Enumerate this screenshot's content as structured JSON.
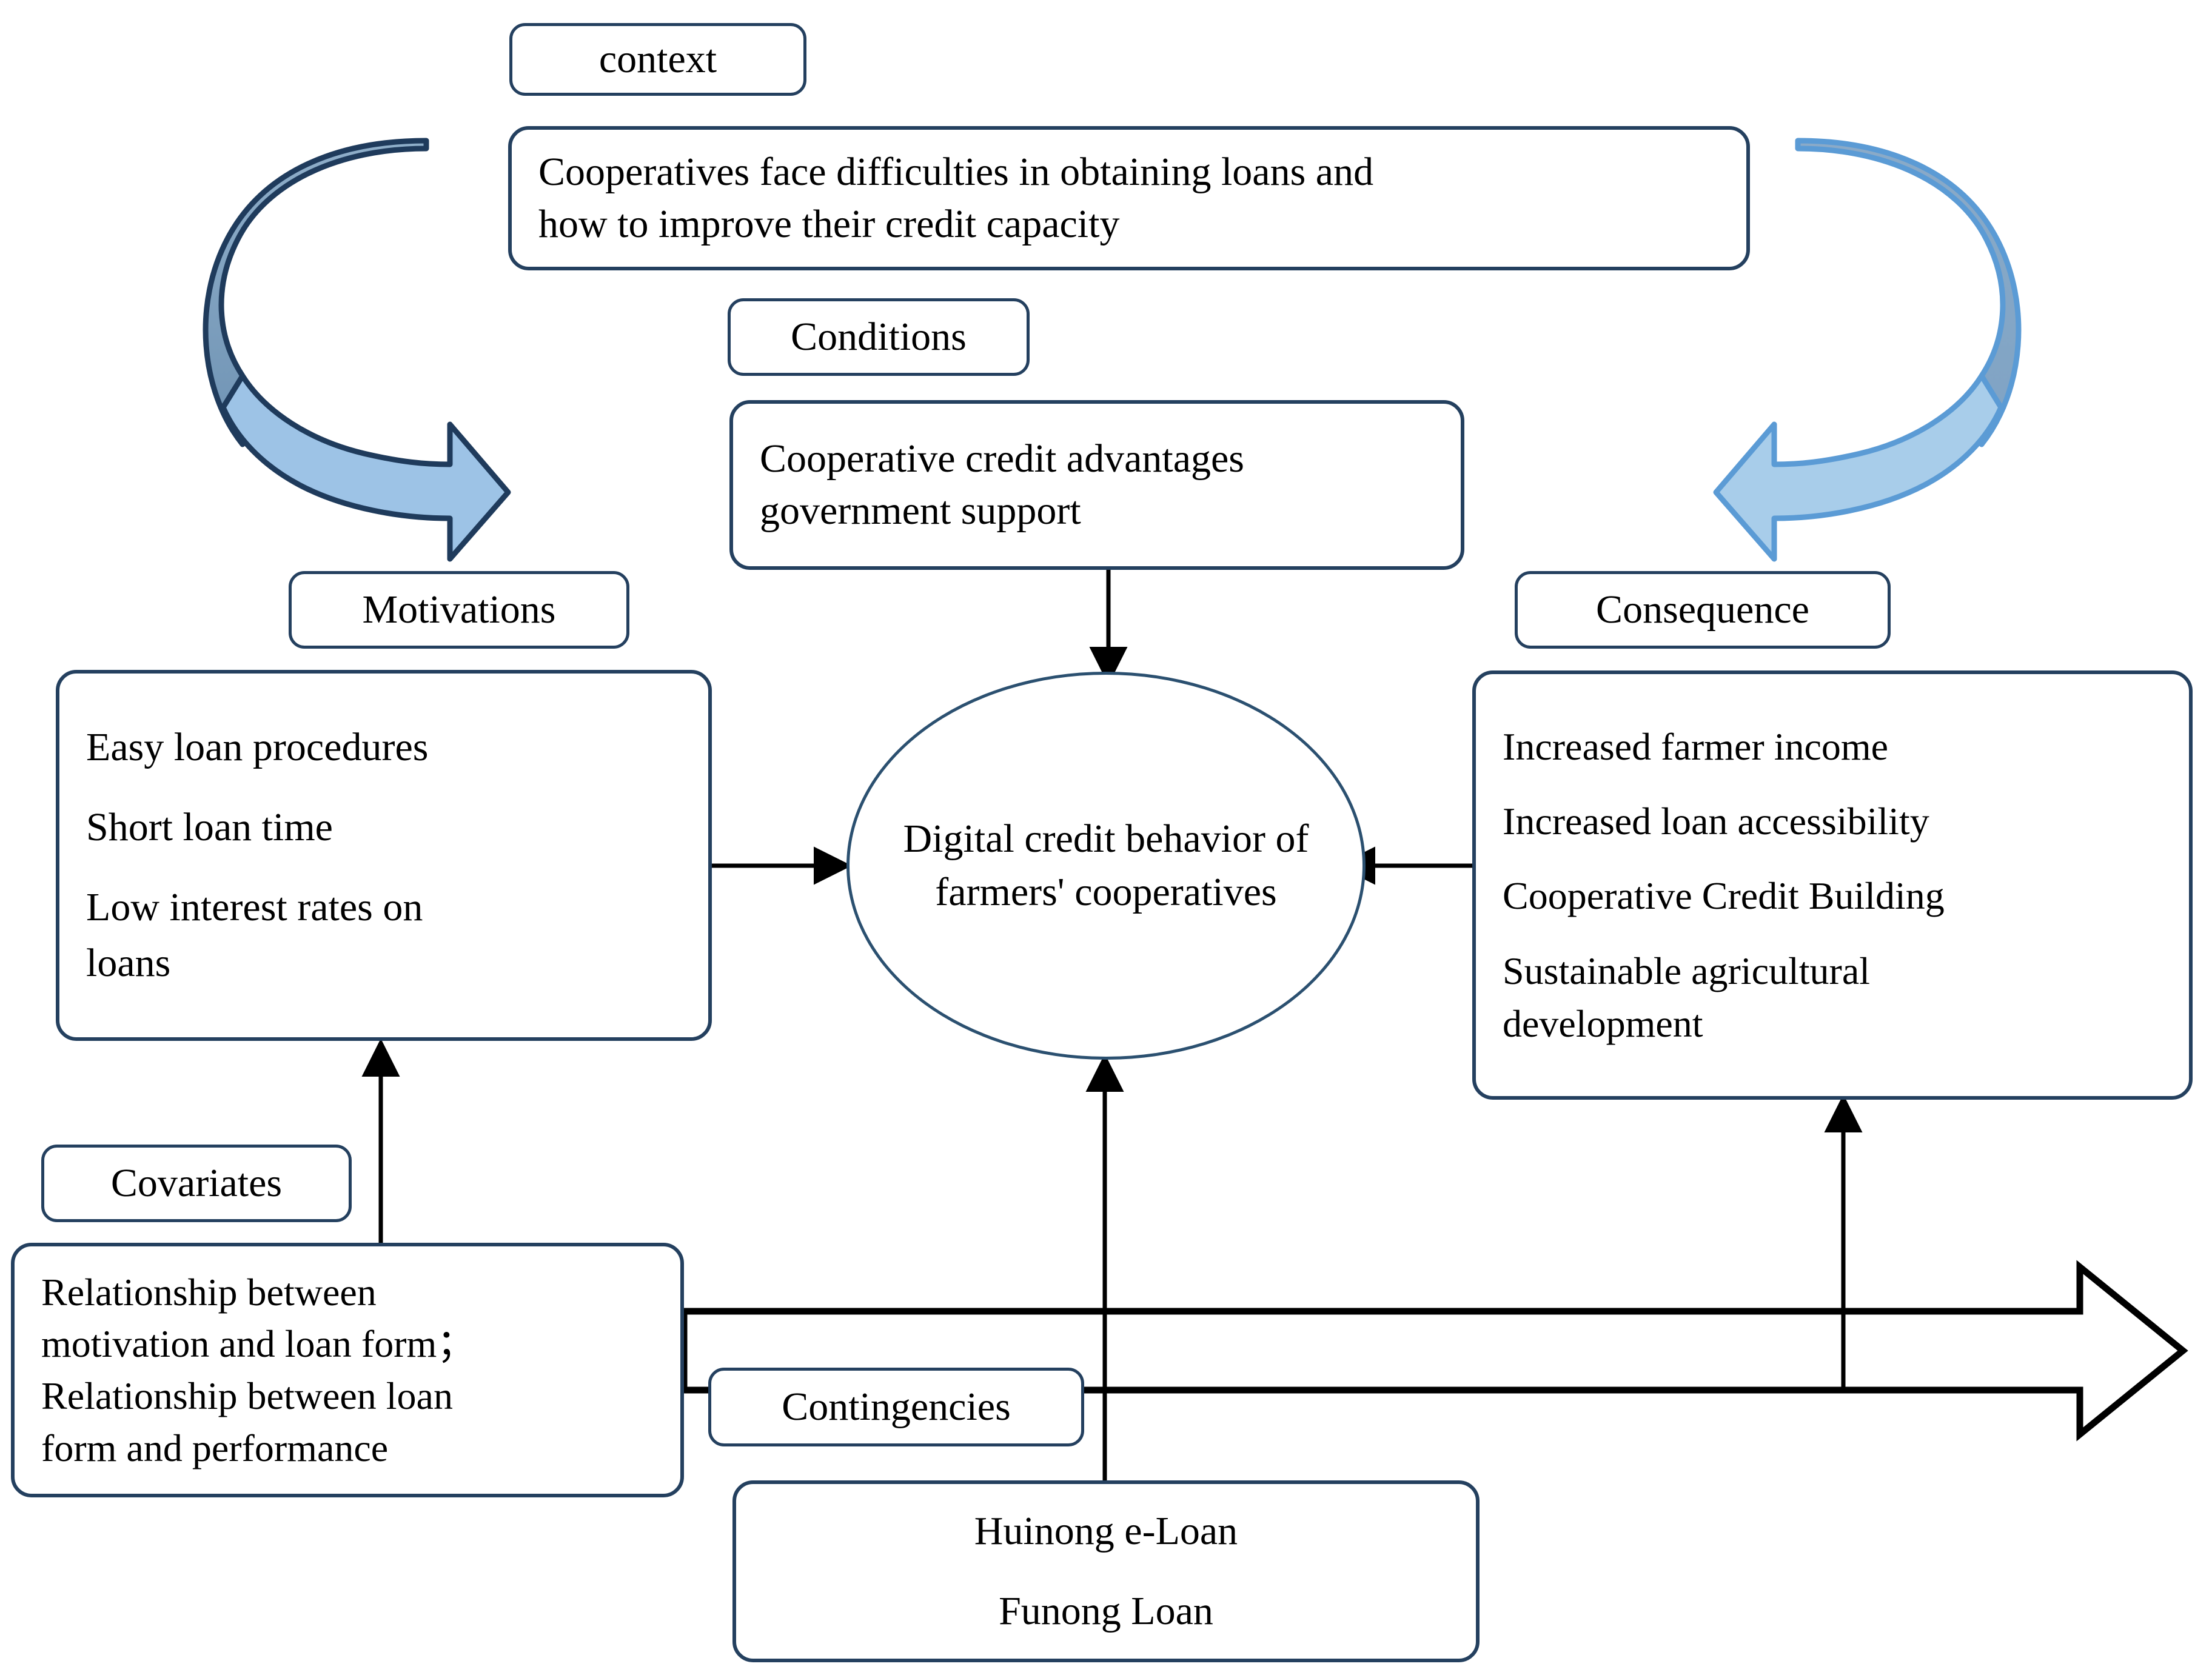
{
  "diagram": {
    "title_nodes": {
      "context": "context",
      "conditions": "Conditions",
      "motivations": "Motivations",
      "consequence": "Consequence",
      "covariates": "Covariates",
      "contingencies": "Contingencies"
    },
    "context_box": {
      "line1": "Cooperatives face difficulties in obtaining loans and",
      "line2": "how to improve their credit capacity"
    },
    "conditions_box": {
      "line1": "Cooperative credit advantages",
      "line2": "government support"
    },
    "motivations_box": {
      "items": [
        "Easy loan procedures",
        "Short loan time",
        "Low interest rates on",
        "loans"
      ]
    },
    "center_ellipse": {
      "line1": "Digital credit",
      "line2": "behavior of",
      "line3": "farmers'",
      "line4": "cooperatives"
    },
    "consequence_box": {
      "items": [
        "Increased farmer income",
        "Increased loan accessibility",
        "Cooperative Credit Building",
        "Sustainable agricultural",
        "development"
      ]
    },
    "covariates_box": {
      "line1": "Relationship between",
      "line2": "motivation and loan form；",
      "line3": "Relationship between loan",
      "line4": "form and performance"
    },
    "contingencies_box": {
      "line1": "Huinong e-Loan",
      "line2": "Funong Loan"
    },
    "icons": {
      "left_curved_arrow": "curved-arrow-right-icon",
      "right_curved_arrow": "curved-arrow-left-icon",
      "bottom_block_arrow": "block-arrow-right-icon",
      "connector_motivations_to_center": "arrow-right-icon",
      "connector_consequence_to_center": "arrow-left-icon",
      "connector_conditions_to_center": "arrow-down-icon",
      "connector_covariates_to_motivations": "arrow-up-icon",
      "connector_contingencies_to_center": "arrow-up-icon",
      "connector_block_to_consequence": "arrow-up-icon"
    },
    "colors": {
      "node_border": "#24405f",
      "ellipse_border": "#2b5070",
      "connector": "#000000",
      "curved_arrow_dark": "#7a9cc0",
      "curved_arrow_light": "#a8cbe8",
      "curved_arrow_outline_left": "#1f3b5c",
      "curved_arrow_outline_right": "#5b9bd5",
      "block_arrow_outline": "#000000",
      "block_arrow_fill": "#ffffff",
      "background": "#ffffff"
    }
  }
}
